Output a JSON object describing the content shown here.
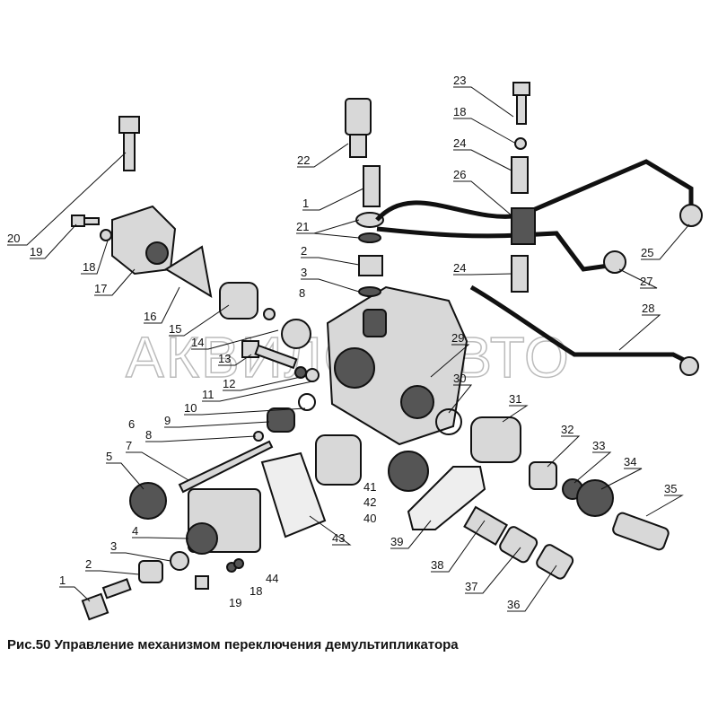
{
  "caption": "Рис.50 Управление механизмом переключения демультипликатора",
  "watermark": "АКВИЛОНАВТО",
  "labels": [
    "20",
    "19",
    "18",
    "17",
    "16",
    "15",
    "14",
    "13",
    "12",
    "11",
    "10",
    "9",
    "6",
    "8",
    "7",
    "5",
    "4",
    "3",
    "2",
    "1",
    "19",
    "18",
    "44",
    "43",
    "22",
    "1",
    "21",
    "2",
    "3",
    "8",
    "23",
    "18",
    "24",
    "26",
    "24",
    "25",
    "27",
    "28",
    "29",
    "30",
    "31",
    "32",
    "33",
    "34",
    "35",
    "41",
    "42",
    "40",
    "39",
    "38",
    "37",
    "36"
  ]
}
